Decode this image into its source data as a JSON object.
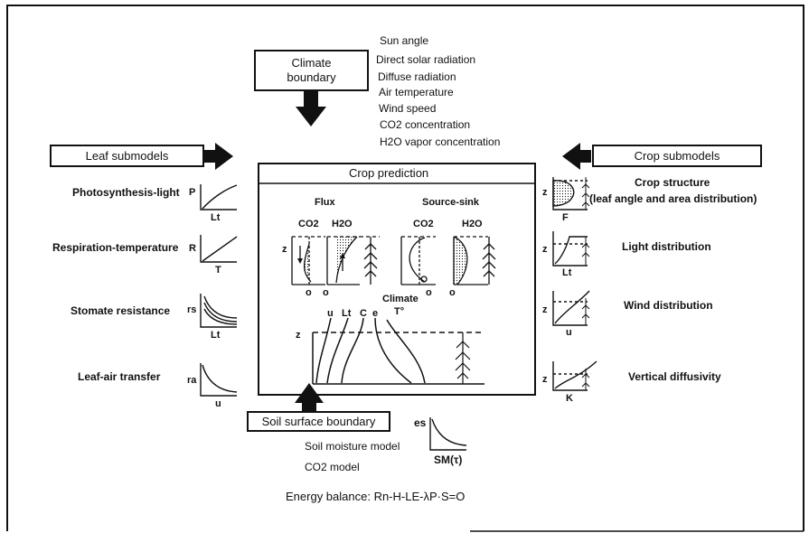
{
  "climate_boundary": {
    "line1": "Climate",
    "line2": "boundary"
  },
  "climate_variables": [
    "Sun angle",
    "Direct solar radiation",
    "Diffuse radiation",
    "Air temperature",
    "Wind speed",
    "CO2 concentration",
    "H2O vapor concentration"
  ],
  "leaf_submodels": {
    "title": "Leaf submodels",
    "items": [
      {
        "label": "Photosynthesis-light",
        "y_axis": "P",
        "x_axis": "Lt"
      },
      {
        "label": "Respiration-temperature",
        "y_axis": "R",
        "x_axis": "T"
      },
      {
        "label": "Stomate resistance",
        "y_axis": "rs",
        "x_axis": "Lt"
      },
      {
        "label": "Leaf-air transfer",
        "y_axis": "ra",
        "x_axis": "u"
      }
    ]
  },
  "crop_submodels": {
    "title": "Crop submodels",
    "items": [
      {
        "label": "Crop structure",
        "sublabel": "(leaf angle and area distribution)",
        "y_axis": "z",
        "x_axis": "F"
      },
      {
        "label": "Light distribution",
        "y_axis": "z",
        "x_axis": "Lt"
      },
      {
        "label": "Wind distribution",
        "y_axis": "z",
        "x_axis": "u"
      },
      {
        "label": "Vertical diffusivity",
        "y_axis": "z",
        "x_axis": "K"
      }
    ]
  },
  "crop_prediction": {
    "title": "Crop prediction",
    "flux_title": "Flux",
    "source_sink_title": "Source-sink",
    "co2": "CO2",
    "h2o": "H2O",
    "z": "z",
    "o": "o",
    "climate_label": "Climate",
    "climate_vars": [
      "u",
      "Lt",
      "C",
      "e",
      "T°"
    ]
  },
  "soil_boundary": {
    "title": "Soil surface boundary",
    "soil_moisture": "Soil moisture model",
    "co2_model": "CO2 model",
    "es": "es",
    "sm": "SM(τ)"
  },
  "energy_balance": "Energy balance: Rn-H-LE-λP·S=O"
}
